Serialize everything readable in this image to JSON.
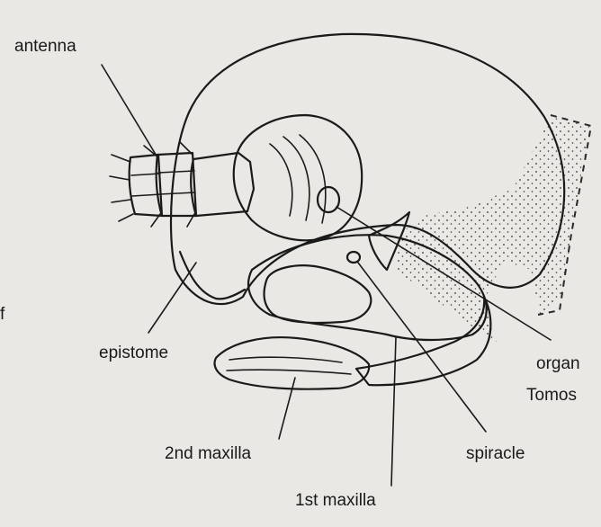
{
  "labels": {
    "antenna": "antenna",
    "epistome": "epistome",
    "second_maxilla": "2nd maxilla",
    "first_maxilla": "1st maxilla",
    "spiracle": "spiracle",
    "organ": "organ",
    "tomos": "Tomos",
    "edge_fragment": "f"
  },
  "colors": {
    "ink": "#1a1a1a",
    "paper": "#e9e8e4"
  }
}
